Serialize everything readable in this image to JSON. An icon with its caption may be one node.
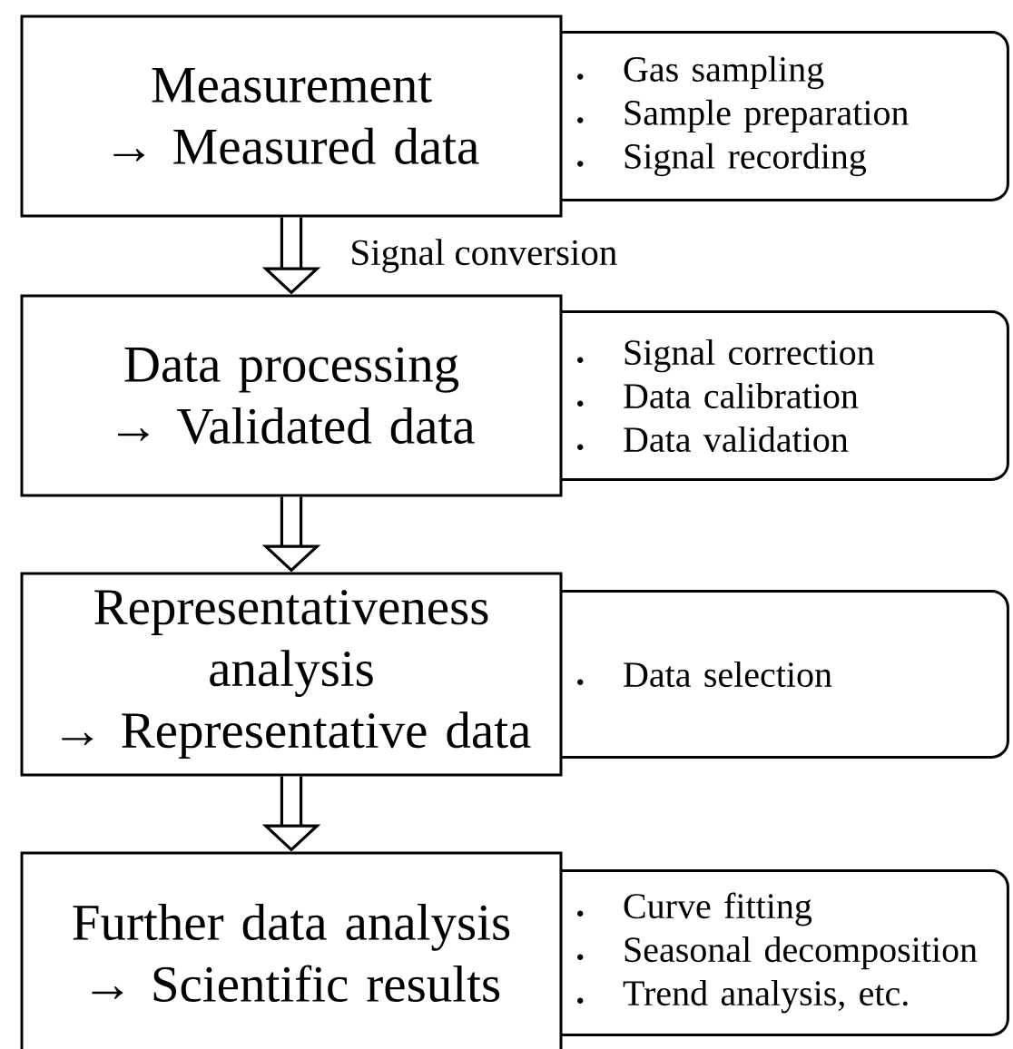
{
  "diagram": {
    "nodes": [
      {
        "text": [
          "Measurement",
          "→ Measured data"
        ]
      },
      {
        "text": [
          "Gas sampling",
          "Sample preparation",
          "Signal recording"
        ]
      },
      {
        "text": [
          "Data processing",
          "→ Validated data"
        ]
      },
      {
        "text": [
          "Signal correction",
          "Data calibration",
          "Data validation"
        ]
      },
      {
        "text": [
          "Representativeness analysis",
          "→ Representative data"
        ]
      },
      {
        "text": [
          "Data selection"
        ]
      },
      {
        "text": [
          "Further data analysis",
          "→ Scientific results"
        ]
      },
      {
        "text": [
          "Curve fitting",
          "Seasonal decomposition",
          "Trend analysis, etc."
        ]
      }
    ],
    "edges": [
      {
        "from": 0,
        "to": 2,
        "arrow": "to",
        "label": "Signal conversion"
      },
      {
        "from": 2,
        "to": 4,
        "arrow": "to"
      },
      {
        "from": 4,
        "to": 6,
        "arrow": "to"
      }
    ]
  }
}
